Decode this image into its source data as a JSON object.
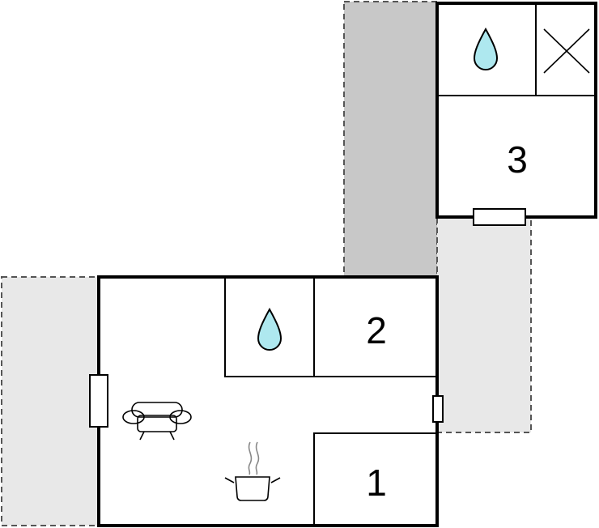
{
  "floorplan": {
    "rooms": {
      "room_1": {
        "label": "1"
      },
      "room_2": {
        "label": "2"
      },
      "room_3": {
        "label": "3"
      }
    },
    "icons": [
      "water-drop-icon",
      "water-drop-icon",
      "cross-icon",
      "sofa-icon",
      "cooking-pot-icon"
    ],
    "colors": {
      "terrace_dark": "#c8c8c8",
      "terrace_light": "#e8e8e8",
      "water": "#aee8ef",
      "wall": "#000000"
    }
  }
}
